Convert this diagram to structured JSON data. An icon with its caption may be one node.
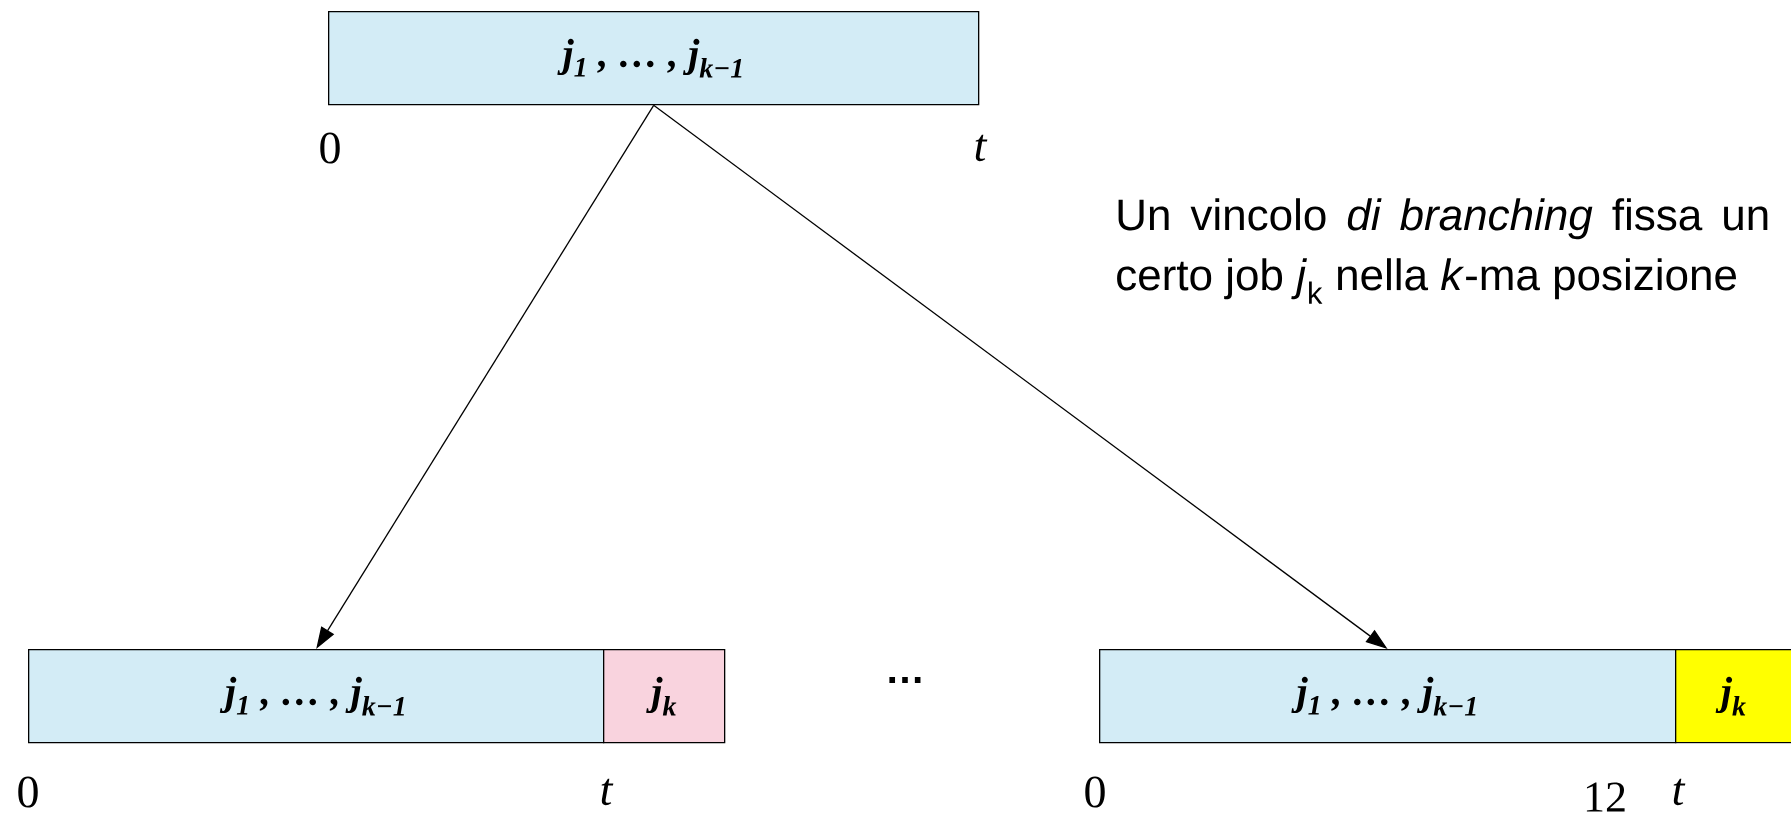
{
  "diagram": {
    "nodes": [
      {
        "text": [
          "j$_{1}$ , … , j$_{k−1}$"
        ]
      },
      {
        "text": [
          "j$_{1}$ , … , j$_{k−1}$"
        ]
      },
      {
        "text": [
          "j$_{k}$"
        ]
      },
      {
        "text": [
          "j$_{1}$ , … , j$_{k−1}$"
        ]
      },
      {
        "text": [
          "j$_{k}$"
        ]
      }
    ],
    "edges": [
      {
        "from": 0,
        "to": 1,
        "arrow": "to"
      },
      {
        "from": 0,
        "to": 3,
        "arrow": "to"
      }
    ],
    "labels": [
      "0",
      "t",
      "Un vincolo *di branching* fissa un certo job *j*$_{k}$ nella *k*-ma posizione",
      "…",
      "0",
      "t",
      "0",
      "12",
      "t"
    ]
  }
}
